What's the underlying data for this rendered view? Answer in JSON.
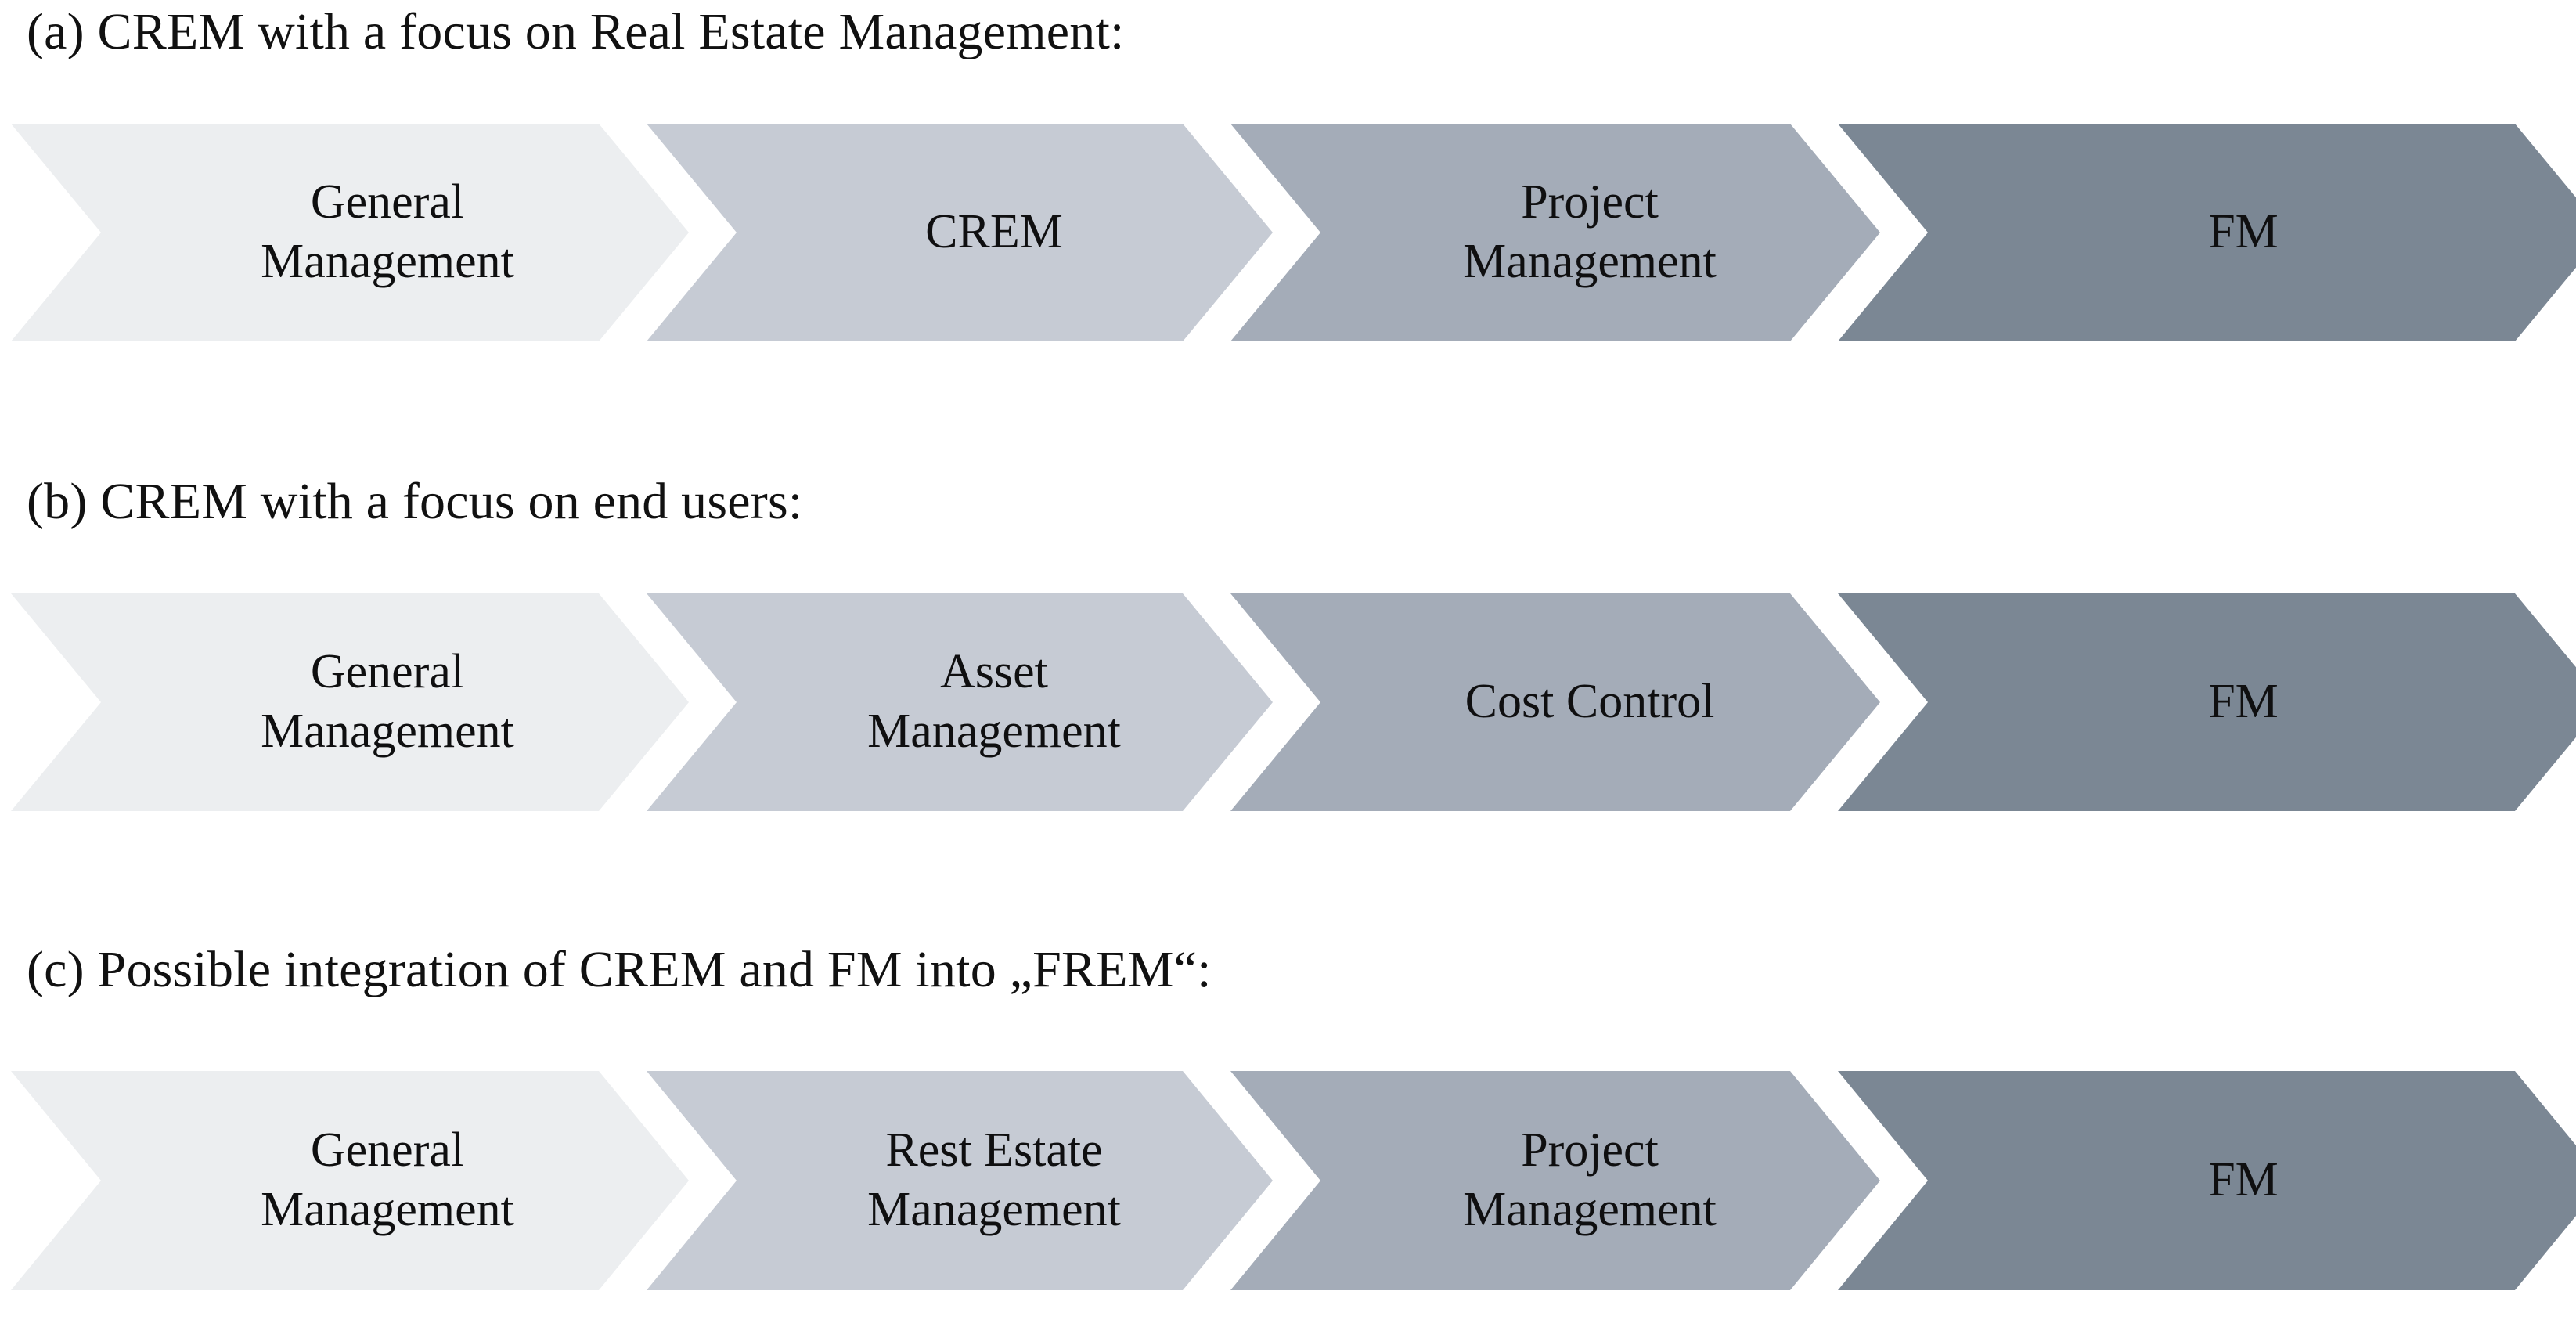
{
  "figure": {
    "type": "chevron-process-diagram",
    "background_color": "#ffffff",
    "text_color": "#111111"
  },
  "palette": {
    "step1": "#eceef0",
    "step2": "#c6cbd4",
    "step3": "#a4acb8",
    "step4": "#7b8794"
  },
  "rows": [
    {
      "id": "a",
      "caption": "(a) CREM with a focus on Real Estate Management:",
      "steps": [
        {
          "label": "General Management",
          "line1": "General",
          "line2": "Management",
          "color": "#eceef0"
        },
        {
          "label": "CREM",
          "line1": "CREM",
          "line2": "",
          "color": "#c6cbd4"
        },
        {
          "label": "Project Management",
          "line1": "Project",
          "line2": "Management",
          "color": "#a4acb8"
        },
        {
          "label": "FM",
          "line1": "FM",
          "line2": "",
          "color": "#7b8794"
        }
      ]
    },
    {
      "id": "b",
      "caption": "(b) CREM with a focus on end users:",
      "steps": [
        {
          "label": "General Management",
          "line1": "General",
          "line2": "Management",
          "color": "#eceef0"
        },
        {
          "label": "Asset Management",
          "line1": "Asset",
          "line2": "Management",
          "color": "#c6cbd4"
        },
        {
          "label": "Cost Control",
          "line1": "Cost Control",
          "line2": "",
          "color": "#a4acb8"
        },
        {
          "label": "FM",
          "line1": "FM",
          "line2": "",
          "color": "#7b8794"
        }
      ]
    },
    {
      "id": "c",
      "caption": "(c) Possible integration of CREM and FM into „FREM“:",
      "steps": [
        {
          "label": "General Management",
          "line1": "General",
          "line2": "Management",
          "color": "#eceef0"
        },
        {
          "label": "Rest Estate Management",
          "line1": "Rest Estate",
          "line2": "Management",
          "color": "#c6cbd4"
        },
        {
          "label": "Project Management",
          "line1": "Project",
          "line2": "Management",
          "color": "#a4acb8"
        },
        {
          "label": "FM",
          "line1": "FM",
          "line2": "",
          "color": "#7b8794"
        }
      ]
    }
  ]
}
